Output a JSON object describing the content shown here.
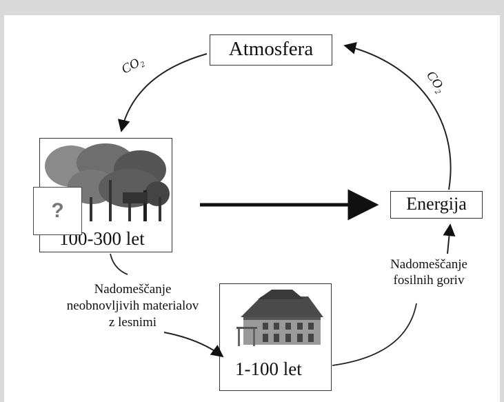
{
  "nodes": {
    "atmosphere": "Atmosfera",
    "energy": "Energija",
    "forest_years": "100-300 let",
    "building_years": "1-100 let"
  },
  "labels": {
    "co2_left": "CO₂",
    "co2_right": "CO₂",
    "fossil_substitution": [
      "Nadomeščanje",
      "fosilnih goriv"
    ],
    "material_substitution": [
      "Nadomeščanje",
      "neobnovljivih materialov",
      "z lesnimi"
    ]
  },
  "placeholder_glyph": "?"
}
